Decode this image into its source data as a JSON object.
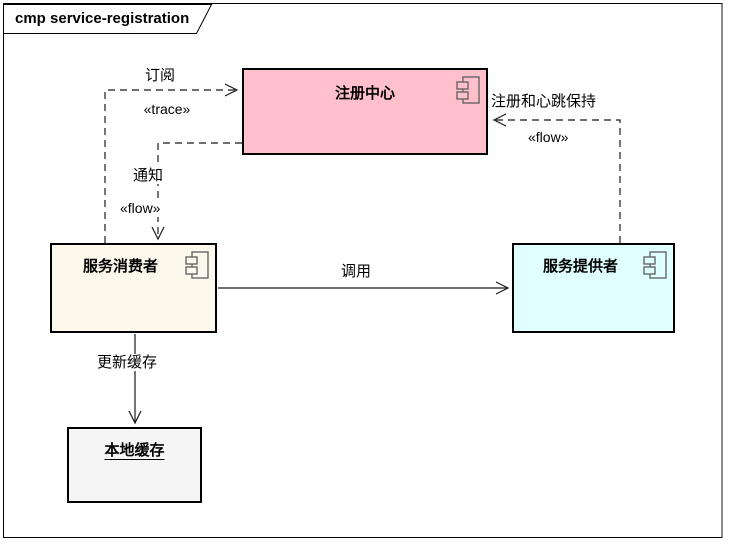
{
  "frame": {
    "title": "cmp service-registration"
  },
  "colors": {
    "registry": "#ffc0cb",
    "consumer": "#fdf8ec",
    "provider": "#e0ffff",
    "cache": "#f5f5f5",
    "line": "#1a1a1a",
    "icon_outline": "#666666"
  },
  "nodes": {
    "registry": {
      "label": "注册中心"
    },
    "consumer": {
      "label": "服务消费者"
    },
    "provider": {
      "label": "服务提供者"
    },
    "cache": {
      "label": "本地缓存"
    }
  },
  "edges": {
    "subscribe": {
      "label": "订阅",
      "stereotype": "«trace»"
    },
    "register": {
      "label": "注册和心跳保持",
      "stereotype": "«flow»"
    },
    "notify": {
      "label": "通知",
      "stereotype": "«flow»"
    },
    "call": {
      "label": "调用"
    },
    "update": {
      "label": "更新缓存"
    }
  }
}
